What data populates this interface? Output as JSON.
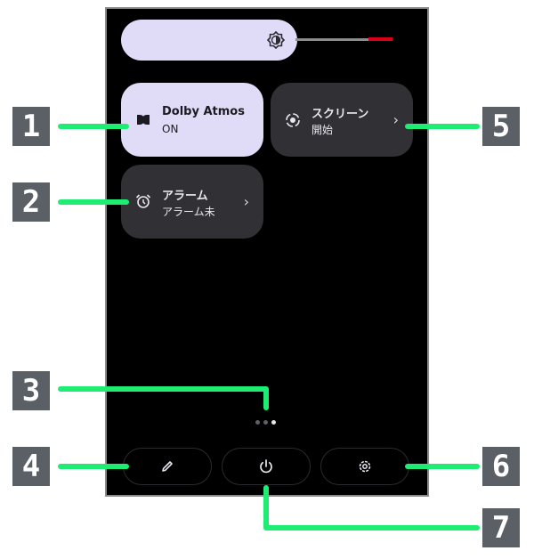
{
  "brightness_level": 0.82,
  "tiles": {
    "dolby": {
      "title": "Dolby Atmos",
      "status": "ON"
    },
    "alarm": {
      "title": "アラーム",
      "status": "アラーム未"
    },
    "screen": {
      "title": "スクリーン",
      "status": "開始"
    }
  },
  "page_indicator": {
    "count": 3,
    "active": 2
  },
  "bottom_buttons": [
    "edit-icon",
    "power-icon",
    "settings-icon"
  ],
  "callouts": [
    "1",
    "2",
    "3",
    "4",
    "5",
    "6",
    "7"
  ],
  "colors": {
    "panel": "#000000",
    "tile_active": "#e0dcf8",
    "tile_inactive": "#303035",
    "callout_line": "#1dee73",
    "callout_badge": "#5b6066",
    "slider_red": "#d8001a"
  }
}
